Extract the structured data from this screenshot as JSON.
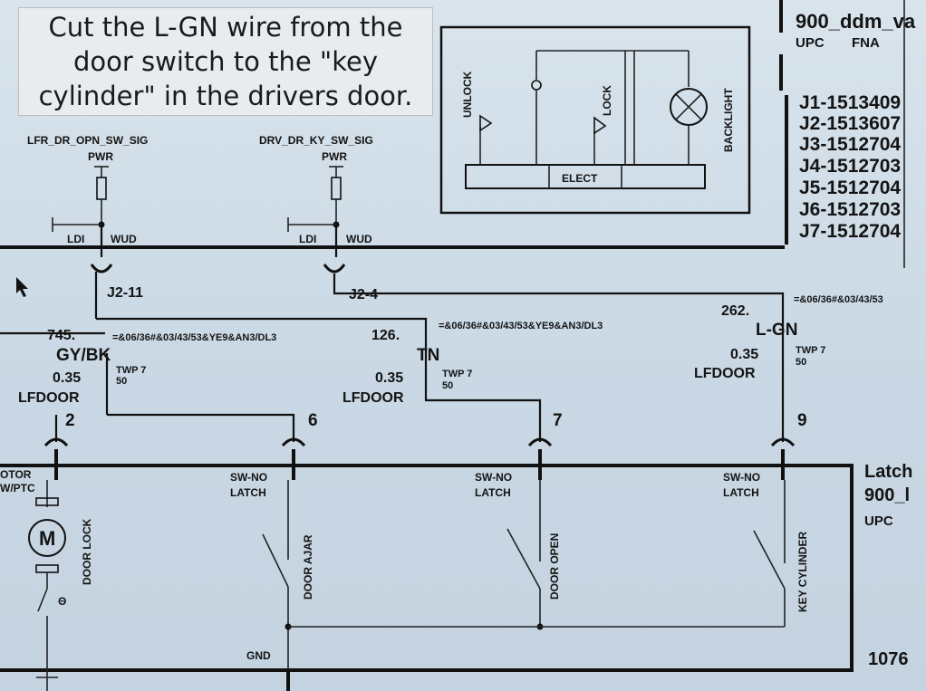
{
  "annotation": {
    "text": "Cut the L-GN wire from the\ndoor switch to the \"key\ncylinder\" in the drivers door."
  },
  "header_right": {
    "module_name": "900_ddm_va",
    "upc_label": "UPC",
    "fna_label": "FNA",
    "connectors": [
      "J1-1513409",
      "J2-1513607",
      "J3-1512704",
      "J4-1512703",
      "J5-1512704",
      "J6-1512703",
      "J7-1512704"
    ]
  },
  "signals": {
    "left_signal": "LFR_DR_OPN_SW_SIG",
    "right_signal": "DRV_DR_KY_SW_SIG",
    "pwr": "PWR",
    "ldi": "LDI",
    "wud": "WUD"
  },
  "inset_box": {
    "unlock": "UNLOCK",
    "lock": "LOCK",
    "elect": "ELECT",
    "backlight": "BACKLIGHT"
  },
  "connectors": {
    "j2_11": "J2-11",
    "j2_4": "J2-4"
  },
  "wires": {
    "w745": {
      "circuit": "745.",
      "color": "GY/BK",
      "gauge": "0.35",
      "location": "LFDOOR",
      "twp": "TWP 7",
      "twp_val": "50",
      "options": "=&06/36#&03/43/53&YE9&AN3/DL3"
    },
    "w126": {
      "circuit": "126.",
      "color": "TN",
      "gauge": "0.35",
      "location": "LFDOOR",
      "twp": "TWP 7",
      "twp_val": "50",
      "options": "=&06/36#&03/43/53&YE9&AN3/DL3"
    },
    "w262": {
      "circuit": "262.",
      "color": "L-GN",
      "gauge": "0.35",
      "location": "LFDOOR",
      "twp": "TWP 7",
      "twp_val": "50",
      "options": "=&06/36#&03/43/53"
    }
  },
  "pins": {
    "p2": "2",
    "p6": "6",
    "p7": "7",
    "p9": "9"
  },
  "latch": {
    "title": "Latch",
    "module": "900_l",
    "upc": "UPC",
    "motor_line1": "OTOR",
    "motor_line2": "W/PTC",
    "motor_symbol": "M",
    "door_lock": "DOOR LOCK",
    "sw_no": "SW-NO",
    "latch_word": "LATCH",
    "door_ajar": "DOOR AJAR",
    "door_open": "DOOR OPEN",
    "key_cylinder": "KEY CYLINDER",
    "gnd": "GND",
    "theta": "Θ",
    "ref_number": "1076"
  }
}
